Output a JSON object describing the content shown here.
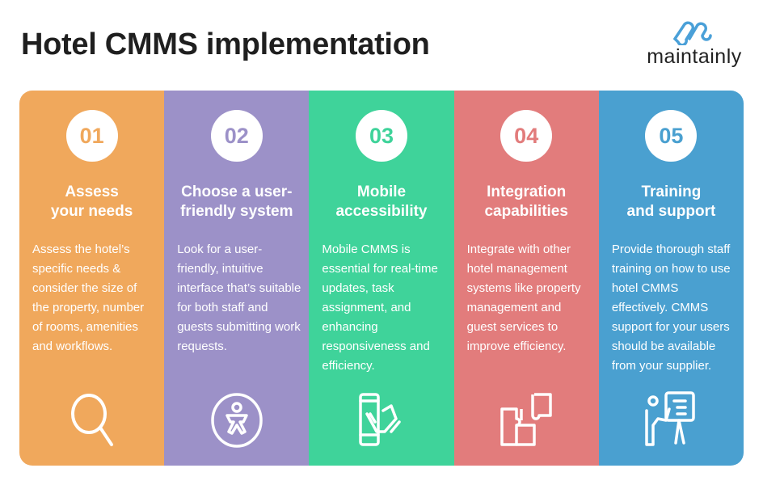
{
  "title": "Hotel CMMS implementation",
  "logo": {
    "text": "maintainly",
    "color": "#4aa0d8"
  },
  "steps": [
    {
      "number": "01",
      "title": "Assess\nyour needs",
      "body": "Assess the hotel’s specific needs & consider the size of the property, number of rooms, amenities and workflows.",
      "color": "#f0a85c",
      "icon": "magnifier-icon"
    },
    {
      "number": "02",
      "title": "Choose a user-\nfriendly system",
      "body": "Look for a user-friendly, intuitive interface that’s suitable for both staff and guests submitting work requests.",
      "color": "#9c91c8",
      "icon": "accessibility-icon"
    },
    {
      "number": "03",
      "title": "Mobile\naccessibility",
      "body": "Mobile CMMS is essential for real-time updates, task assignment, and enhancing responsiveness and efficiency.",
      "color": "#3fd39a",
      "icon": "phone-touch-icon"
    },
    {
      "number": "04",
      "title": "Integration\ncapabilities",
      "body": "Integrate with other hotel management systems like property management and guest services to improve efficiency.",
      "color": "#e27c7c",
      "icon": "puzzle-icon"
    },
    {
      "number": "05",
      "title": "Training\nand support",
      "body": "Provide thorough staff training on how to use hotel CMMS effectively. CMMS support for your users should be available from your supplier.",
      "color": "#4aa0d0",
      "icon": "presentation-icon"
    }
  ]
}
